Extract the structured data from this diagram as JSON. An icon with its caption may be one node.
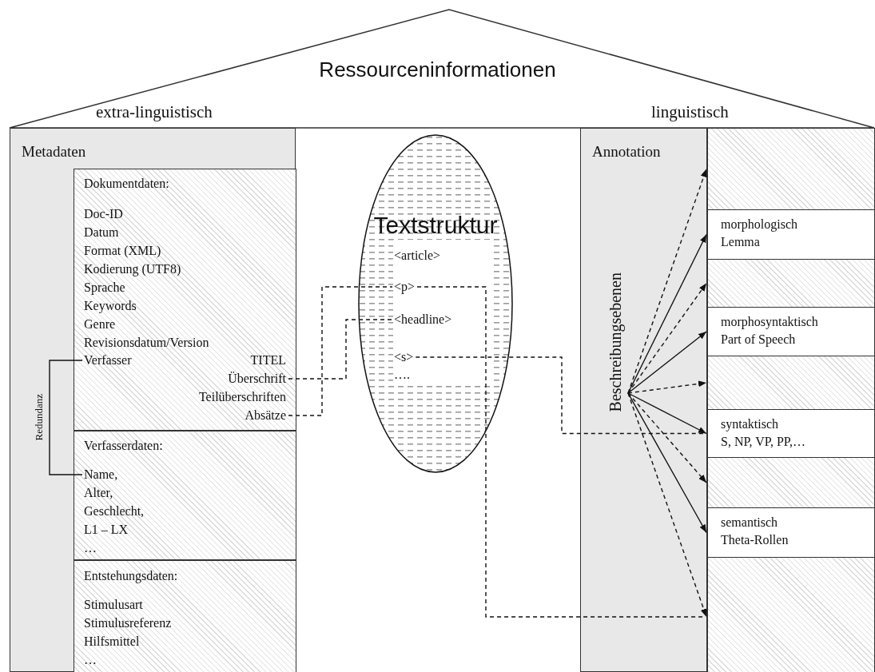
{
  "diagram": {
    "title": "Ressourceninformationen",
    "nodes": [
      {
        "text": [
          "Metadaten"
        ]
      },
      {
        "text": [
          "Dokumentdaten:",
          "Doc-ID",
          "Datum",
          "Format (XML)",
          "Kodierung (UTF8)",
          "Sprache",
          "Keywords",
          "Genre",
          "Revisionsdatum/Version"
        ],
        "in": 0
      },
      {
        "text": [
          "Verfasser"
        ],
        "in": 1
      },
      {
        "text": [
          "TITEL"
        ],
        "in": 1
      },
      {
        "text": [
          "Überschrift"
        ],
        "in": 1
      },
      {
        "text": [
          "Teilüberschriften"
        ],
        "in": 1
      },
      {
        "text": [
          "Absätze"
        ],
        "in": 1
      },
      {
        "text": [
          "Verfasserdaten:",
          "Alter,",
          "Geschlecht,",
          "L1 – LX",
          "…"
        ],
        "in": 0
      },
      {
        "text": [
          "Name,"
        ],
        "in": 7
      },
      {
        "text": [
          "Entstehungsdaten:",
          "Stimulusart",
          "Stimulusreferenz",
          "Hilfsmittel",
          "…"
        ],
        "in": 0
      },
      {
        "text": [
          "Textstruktur"
        ]
      },
      {
        "text": [
          "<article>"
        ],
        "in": 10
      },
      {
        "text": [
          "<p>"
        ],
        "in": 10
      },
      {
        "text": [
          "<headline>"
        ],
        "in": 10
      },
      {
        "text": [
          "<s>"
        ],
        "in": 10
      },
      {
        "text": [
          "Annotation"
        ]
      },
      {
        "text": [
          "Beschreibungsebenen"
        ],
        "in": 15
      },
      {
        "text": [],
        "shape": "box"
      },
      {
        "text": [
          "morphologisch",
          "Lemma"
        ]
      },
      {
        "text": [],
        "shape": "box"
      },
      {
        "text": [
          "morphosyntaktisch",
          "Part of Speech"
        ]
      },
      {
        "text": [],
        "shape": "box"
      },
      {
        "text": [
          "syntaktisch",
          "S, NP, VP, PP,…"
        ]
      },
      {
        "text": [],
        "shape": "box"
      },
      {
        "text": [
          "semantisch",
          "Theta-Rollen"
        ]
      },
      {
        "text": [],
        "shape": "box"
      }
    ],
    "edges": [
      {
        "from": 2,
        "to": 8,
        "arrow": "none",
        "label": "Redundanz"
      },
      {
        "from": 4,
        "to": 13,
        "arrow": "none",
        "style": "dashed"
      },
      {
        "from": 6,
        "to": 12,
        "arrow": "none",
        "style": "dashed"
      },
      {
        "from": 12,
        "to": 25,
        "arrow": "none",
        "style": "dashed"
      },
      {
        "from": 14,
        "to": 22,
        "arrow": "none",
        "style": "dashed"
      },
      {
        "from": 16,
        "to": 17,
        "arrow": "to",
        "style": "dashed"
      },
      {
        "from": 16,
        "to": 18,
        "arrow": "to"
      },
      {
        "from": 16,
        "to": 19,
        "arrow": "to",
        "style": "dashed"
      },
      {
        "from": 16,
        "to": 20,
        "arrow": "to"
      },
      {
        "from": 16,
        "to": 21,
        "arrow": "to",
        "style": "dashed"
      },
      {
        "from": 16,
        "to": 22,
        "arrow": "to"
      },
      {
        "from": 16,
        "to": 23,
        "arrow": "to",
        "style": "dashed"
      },
      {
        "from": 16,
        "to": 24,
        "arrow": "to"
      },
      {
        "from": 16,
        "to": 25,
        "arrow": "to",
        "style": "dashed"
      }
    ],
    "labels": [
      "extra-linguistisch",
      "linguistisch",
      "…."
    ]
  }
}
